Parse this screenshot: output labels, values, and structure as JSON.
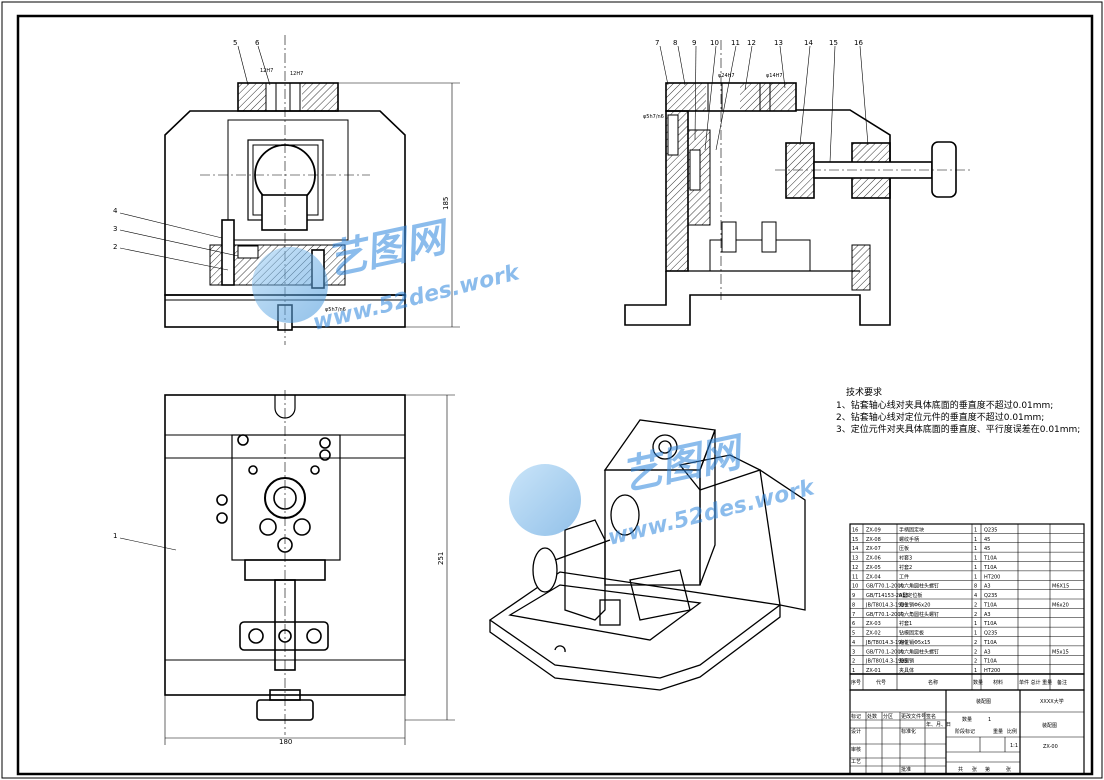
{
  "balloons_front": [
    "5",
    "6"
  ],
  "balloons_left": [
    "4",
    "3",
    "2"
  ],
  "balloons_side": [
    "7",
    "8",
    "9",
    "10",
    "11",
    "12",
    "13",
    "14",
    "15",
    "16"
  ],
  "balloon_plan": "1",
  "fits": {
    "f12a": "12H7",
    "f12b": "12H7",
    "f5": "φ5h7/n6",
    "f5side": "φ5h7/n6",
    "f24": "φ24H7",
    "f14": "φ14H7"
  },
  "dims": {
    "height": "185",
    "length": "251",
    "width": "180"
  },
  "tech": {
    "title": "技术要求",
    "lines": [
      "1、钻套轴心线对夹具体底面的垂直度不超过0.01mm;",
      "2、钻套轴心线对定位元件的垂直度不超过0.01mm;",
      "3、定位元件对夹具体底面的垂直度、平行度误差在0.01mm;"
    ]
  },
  "watermark": {
    "cn": "艺图网",
    "url": "www.52des.work"
  },
  "bom": {
    "rows": [
      [
        "16",
        "ZX-09",
        "手柄固定块",
        "1",
        "Q235",
        ""
      ],
      [
        "15",
        "ZX-08",
        "螺纹手柄",
        "1",
        "45",
        ""
      ],
      [
        "14",
        "ZX-07",
        "压板",
        "1",
        "45",
        ""
      ],
      [
        "13",
        "ZX-06",
        "衬套3",
        "1",
        "T10A",
        ""
      ],
      [
        "12",
        "ZX-05",
        "衬套2",
        "1",
        "T10A",
        ""
      ],
      [
        "11",
        "ZX-04",
        "工件",
        "1",
        "HT200",
        ""
      ],
      [
        "10",
        "GB/T70.1-2000",
        "内六角圆柱头螺钉",
        "8",
        "A3",
        "M6X15"
      ],
      [
        "9",
        "GB/T14153-2018",
        "A型定位板",
        "4",
        "Q235",
        ""
      ],
      [
        "8",
        "JB/T8014.3-1999",
        "定位销Φ6x20",
        "2",
        "T10A",
        "M6x20"
      ],
      [
        "7",
        "GB/T70.1-2000",
        "内六角圆柱头螺钉",
        "2",
        "A3",
        ""
      ],
      [
        "6",
        "ZX-03",
        "衬套1",
        "1",
        "T10A",
        ""
      ],
      [
        "5",
        "ZX-02",
        "钻模固定板",
        "1",
        "Q235",
        ""
      ],
      [
        "4",
        "JB/T8014.3-1999",
        "定位销Φ5x15",
        "2",
        "T10A",
        ""
      ],
      [
        "3",
        "GB/T70.1-2000",
        "内六角圆柱头螺钉",
        "2",
        "A3",
        "M5x15"
      ],
      [
        "2",
        "JB/T8014.3-1999",
        "垫圆销",
        "2",
        "T10A",
        ""
      ],
      [
        "1",
        "ZX-01",
        "夹具体",
        "1",
        "HT200",
        ""
      ]
    ],
    "header": [
      "序号",
      "代号",
      "名称",
      "数量",
      "材料",
      "单件 总计 重量",
      "备注"
    ]
  },
  "title_block": {
    "drawing_name": "装配图",
    "school": "XXXX大学",
    "qty_label": "数量",
    "qty": "1",
    "stage_label": "阶段标记",
    "weight_label": "重量",
    "scale_label": "比例",
    "scale": "1:1",
    "code": "ZX-00",
    "sheet_label": "装配图",
    "mark": "标记",
    "count": "处数",
    "zone": "分区",
    "change": "更改文件号",
    "sign": "签名",
    "date": "年、月、日",
    "design": "设计",
    "std": "标准化",
    "check": "审核",
    "craft": "工艺",
    "approve": "批准",
    "total": "共",
    "page": "第",
    "zhang": "张"
  }
}
